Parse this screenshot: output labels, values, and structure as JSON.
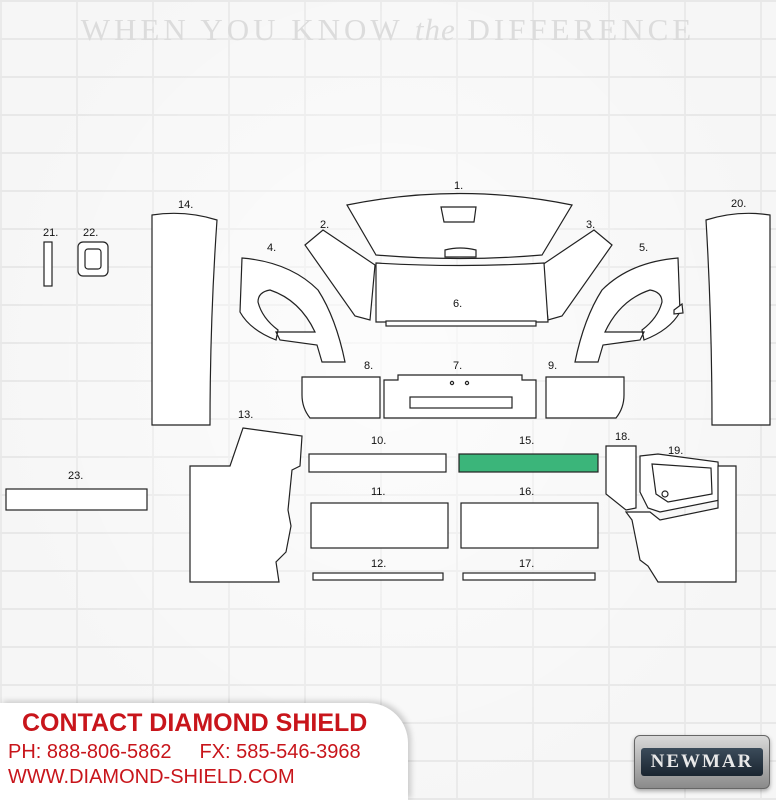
{
  "tagline": {
    "before": "WHEN YOU KNOW",
    "italic": "the",
    "after": "DIFFERENCE"
  },
  "parts": [
    {
      "id": "1",
      "label": "1."
    },
    {
      "id": "2",
      "label": "2."
    },
    {
      "id": "3",
      "label": "3."
    },
    {
      "id": "4",
      "label": "4."
    },
    {
      "id": "5",
      "label": "5."
    },
    {
      "id": "6",
      "label": "6."
    },
    {
      "id": "7",
      "label": "7."
    },
    {
      "id": "8",
      "label": "8."
    },
    {
      "id": "9",
      "label": "9."
    },
    {
      "id": "10",
      "label": "10."
    },
    {
      "id": "11",
      "label": "11."
    },
    {
      "id": "12",
      "label": "12."
    },
    {
      "id": "13",
      "label": "13."
    },
    {
      "id": "14",
      "label": "14."
    },
    {
      "id": "15",
      "label": "15."
    },
    {
      "id": "16",
      "label": "16."
    },
    {
      "id": "17",
      "label": "17."
    },
    {
      "id": "18",
      "label": "18."
    },
    {
      "id": "19",
      "label": "19."
    },
    {
      "id": "20",
      "label": "20."
    },
    {
      "id": "21",
      "label": "21."
    },
    {
      "id": "22",
      "label": "22."
    },
    {
      "id": "23",
      "label": "23."
    }
  ],
  "selected_part": "15",
  "colors": {
    "selected": "#3bb57a",
    "contact": "#c8151b"
  },
  "contact": {
    "title": "CONTACT DIAMOND SHIELD",
    "phone": "PH: 888-806-5862",
    "fax": "FX: 585-546-3968",
    "website": "WWW.DIAMOND-SHIELD.COM"
  },
  "brand": {
    "name": "NEWMAR"
  }
}
